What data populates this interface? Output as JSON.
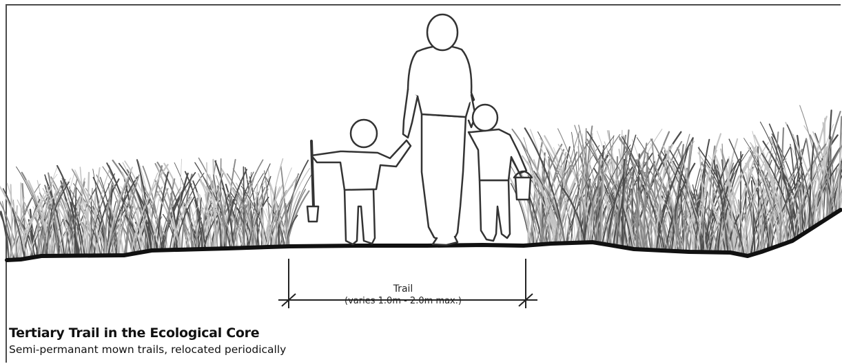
{
  "dimension": {
    "label": "Trail",
    "note": "(varies 1.0m - 2.0m max.)"
  },
  "caption": {
    "title": "Tertiary Trail in the Ecological Core",
    "subtitle": "Semi-permanant mown trails, relocated periodically"
  },
  "colors": {
    "line": "#222222",
    "grass_dark": "#4d4d4d",
    "grass_mid": "#8a8a8a",
    "grass_light": "#c4c4c4"
  }
}
